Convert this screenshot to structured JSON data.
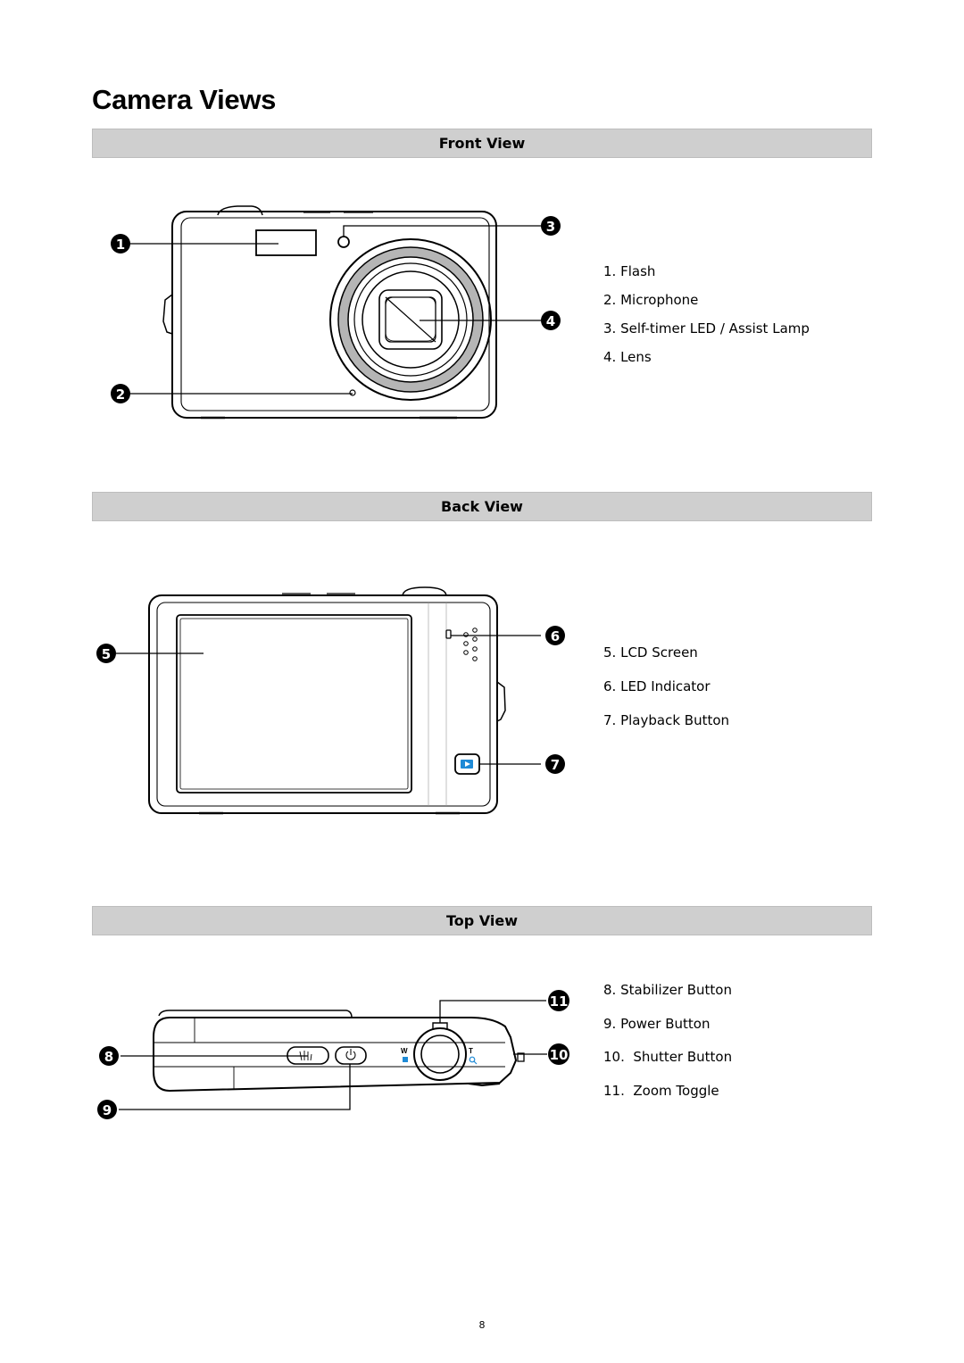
{
  "page": {
    "title": "Camera Views",
    "page_number": "8"
  },
  "sections": {
    "front": {
      "header": "Front View",
      "items": [
        {
          "num": "1.",
          "label": "Flash"
        },
        {
          "num": "2.",
          "label": "Microphone"
        },
        {
          "num": "3.",
          "label": "Self-timer LED / Assist Lamp"
        },
        {
          "num": "4.",
          "label": "Lens"
        }
      ],
      "callouts": [
        "1",
        "2",
        "3",
        "4"
      ]
    },
    "back": {
      "header": "Back View",
      "items": [
        {
          "num": "5.",
          "label": "LCD Screen"
        },
        {
          "num": "6.",
          "label": "LED Indicator"
        },
        {
          "num": "7.",
          "label": "Playback Button"
        }
      ],
      "callouts": [
        "5",
        "6",
        "7"
      ]
    },
    "top": {
      "header": "Top View",
      "items": [
        {
          "num": "8.",
          "label": "Stabilizer Button"
        },
        {
          "num": "9.",
          "label": "Power Button"
        },
        {
          "num": "10.",
          "label": "Shutter Button"
        },
        {
          "num": "11.",
          "label": "Zoom Toggle"
        }
      ],
      "callouts": [
        "8",
        "9",
        "10",
        "11"
      ],
      "zoom_labels": {
        "wide": "W",
        "tele": "T"
      }
    }
  },
  "colors": {
    "section_bar": "#cfcfcf",
    "playback_icon": "#1e8ad6",
    "lens_ring": "#b5b5b5",
    "callout_fill": "#000000"
  }
}
